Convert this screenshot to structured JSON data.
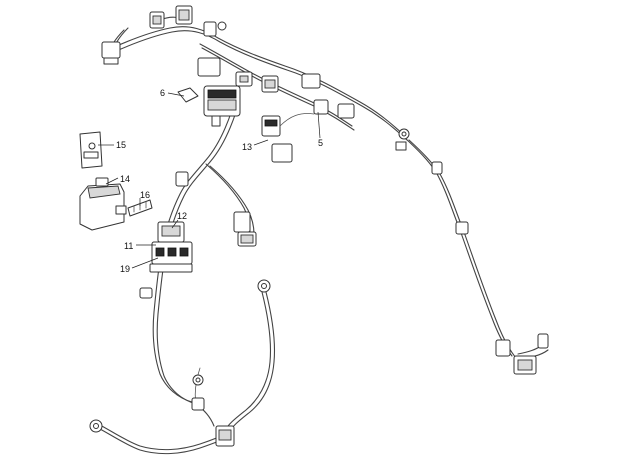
{
  "callouts": [
    {
      "id": "c6",
      "label": "6"
    },
    {
      "id": "c15",
      "label": "15"
    },
    {
      "id": "c14",
      "label": "14"
    },
    {
      "id": "c16",
      "label": "16"
    },
    {
      "id": "c13",
      "label": "13"
    },
    {
      "id": "c5",
      "label": "5"
    },
    {
      "id": "c12",
      "label": "12"
    },
    {
      "id": "c11",
      "label": "11"
    },
    {
      "id": "c19",
      "label": "19"
    }
  ]
}
